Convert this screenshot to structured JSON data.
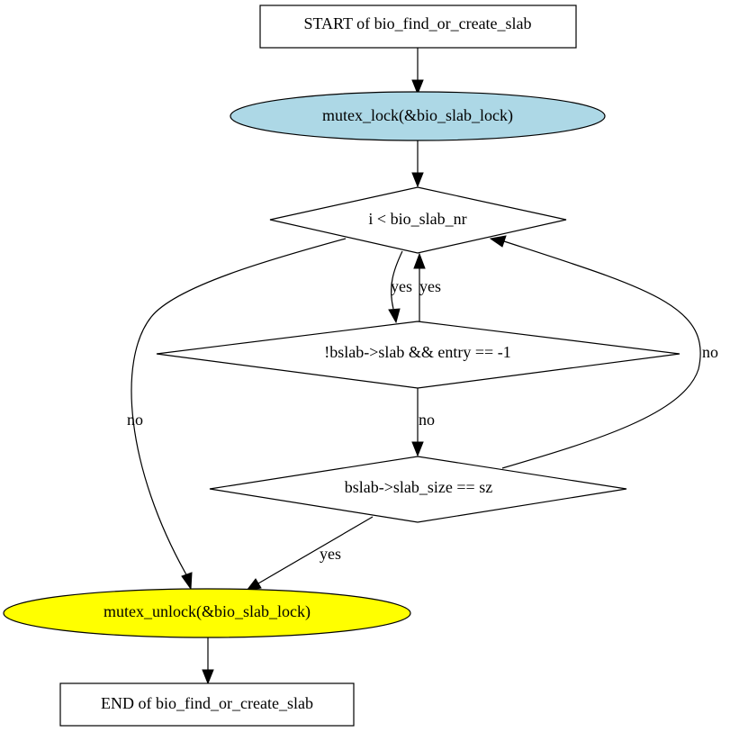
{
  "diagram": {
    "nodes": {
      "start": {
        "label": "START of bio_find_or_create_slab"
      },
      "lock": {
        "label": "mutex_lock(&bio_slab_lock)",
        "fill": "#add8e6"
      },
      "loop_cond": {
        "label": "i < bio_slab_nr"
      },
      "check_entry": {
        "label": "!bslab->slab && entry == -1"
      },
      "check_size": {
        "label": "bslab->slab_size == sz"
      },
      "unlock": {
        "label": "mutex_unlock(&bio_slab_lock)",
        "fill": "#ffff00"
      },
      "end": {
        "label": "END of bio_find_or_create_slab"
      }
    },
    "edges": {
      "loop_to_entry": {
        "label": "yes"
      },
      "entry_to_loop": {
        "label": "yes"
      },
      "loop_to_unlock": {
        "label": "no"
      },
      "entry_to_size": {
        "label": "no"
      },
      "size_to_unlock": {
        "label": "yes"
      },
      "size_to_loop": {
        "label": "no"
      }
    }
  }
}
